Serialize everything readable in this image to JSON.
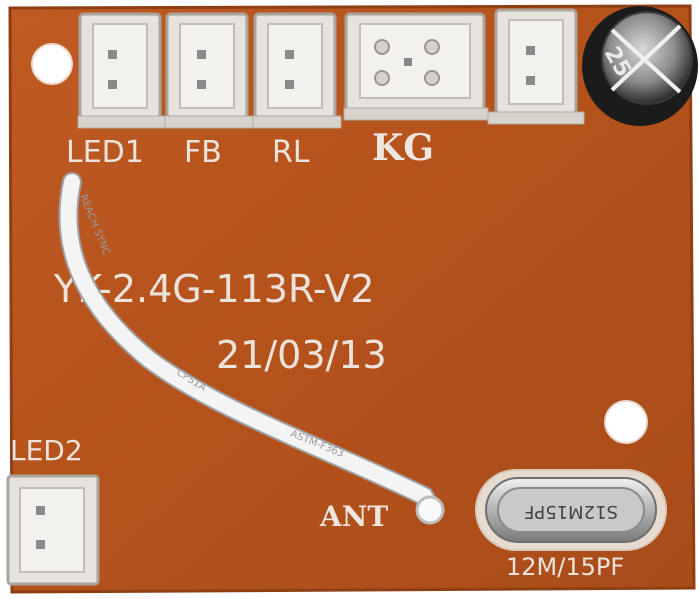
{
  "board": {
    "model": "YK-2.4G-113R-V2",
    "date": "21/03/13",
    "pcb_color": "#b5541f",
    "edge_color": "#8f3f14"
  },
  "labels": {
    "led1": "LED1",
    "fb": "FB",
    "rl": "RL",
    "kg": "KG",
    "led2": "LED2",
    "ant": "ANT",
    "crystal": "12M/15PF"
  },
  "crystal_marking": "S12M15PF",
  "capacitor_marking": "25",
  "wire_print": {
    "top": "REACH SYNC",
    "middle": "CPS1A",
    "bottom": "ASTM-F363"
  }
}
